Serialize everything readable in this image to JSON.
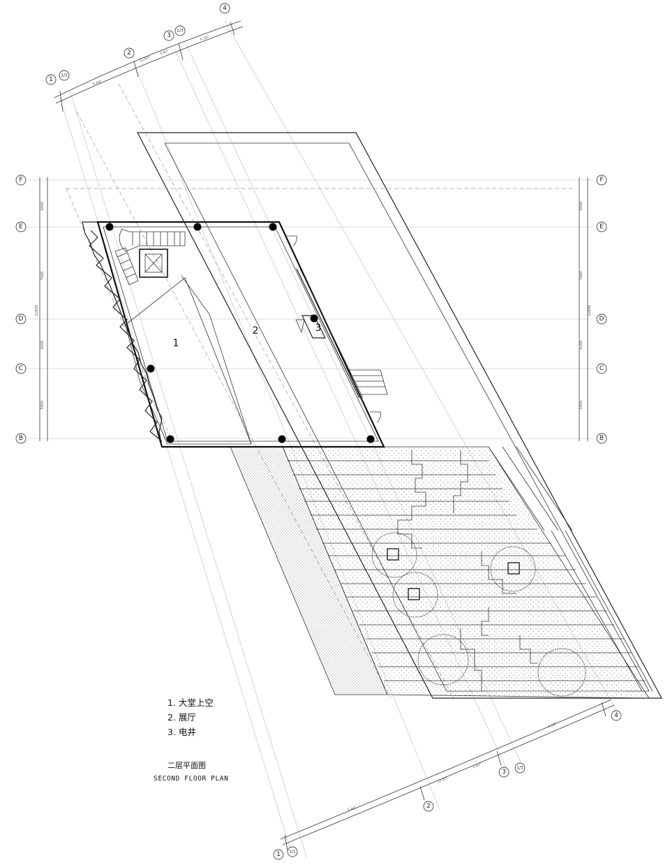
{
  "rooms": [
    {
      "id": "1",
      "label": "1"
    },
    {
      "id": "2",
      "label": "2"
    },
    {
      "id": "3",
      "label": "3"
    }
  ],
  "legend": [
    {
      "text": "1. 大堂上空"
    },
    {
      "text": "2. 展厅"
    },
    {
      "text": "3. 电井"
    }
  ],
  "title": {
    "chinese": "二层平面图",
    "english": "SECOND FLOOR PLAN"
  },
  "horizontal_axes": {
    "labels": [
      "F",
      "E",
      "D",
      "C",
      "B"
    ],
    "dimensions_left": [
      "4000",
      "7600",
      "4200",
      "5950"
    ],
    "overall_left": "21800",
    "dimensions_right": [
      "4000",
      "7600",
      "4200",
      "5950"
    ],
    "overall_right": "21800"
  },
  "radial_axes_top": {
    "labels": [
      "1",
      "1/1",
      "2",
      "3",
      "1/3",
      "4"
    ],
    "dimensions": [
      "5.44°",
      "12.63°",
      "3.83°",
      "4.16°"
    ]
  },
  "radial_axes_bottom": {
    "labels": [
      "1",
      "1/1",
      "2",
      "3",
      "1/3",
      "4"
    ],
    "dimensions": [
      "5.44°",
      "12.63°",
      "3.83°",
      "4.16°"
    ]
  }
}
